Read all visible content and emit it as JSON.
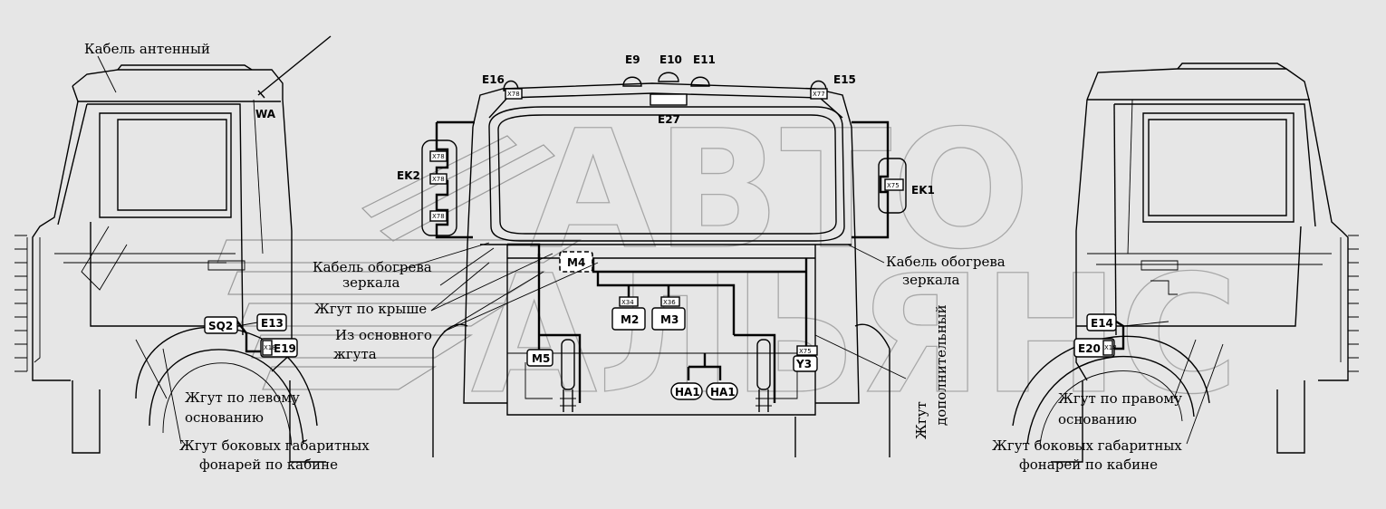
{
  "labels": {
    "antenna_cable": "Кабель антенный",
    "wa": "WA",
    "mirror_heat_left_1": "Кабель обогрева",
    "mirror_heat_left_2": "зеркала",
    "roof_harness": "Жгут по крыше",
    "main_harness_1": "Из основного",
    "main_harness_2": "жгута",
    "left_base_1": "Жгут по левому",
    "left_base_2": "основанию",
    "side_lamps_left_1": "Жгут боковых габаритных",
    "side_lamps_left_2": "фонарей по кабине",
    "mirror_heat_right_1": "Кабель обогрева",
    "mirror_heat_right_2": "зеркала",
    "additional_1": "Жгут",
    "additional_2": "дополнительный",
    "right_base_1": "Жгут по правому",
    "right_base_2": "основанию",
    "side_lamps_right_1": "Жгут боковых габаритных",
    "side_lamps_right_2": "фонарей по кабине"
  },
  "codes": {
    "e9": "E9",
    "e10": "E10",
    "e11": "E11",
    "e15": "E15",
    "e16": "E16",
    "e27": "E27",
    "ek1": "EK1",
    "ek2": "EK2",
    "m2": "M2",
    "m3": "M3",
    "m4": "M4",
    "m5": "M5",
    "ha1_a": "HA1",
    "ha1_b": "HA1",
    "y3": "Y3",
    "sq2": "SQ2",
    "e13": "E13",
    "e19": "E19",
    "e14": "E14",
    "e20": "E20"
  },
  "connectors": {
    "x78_top": "X78",
    "x77_top": "X77",
    "x78_a": "X78",
    "x78_b": "X78",
    "x78_c": "X78",
    "x75_ek1": "X75",
    "x34": "X34",
    "x36": "X36",
    "x75_y3": "X75",
    "x18_left": "X18",
    "x18_right": "X18"
  },
  "watermark": {
    "line1": "АВТО",
    "line2": "АЛЬЯНС"
  },
  "colors": {
    "background": "#e6e6e6",
    "ink": "#000000",
    "watermark": "#a0a0a0"
  }
}
